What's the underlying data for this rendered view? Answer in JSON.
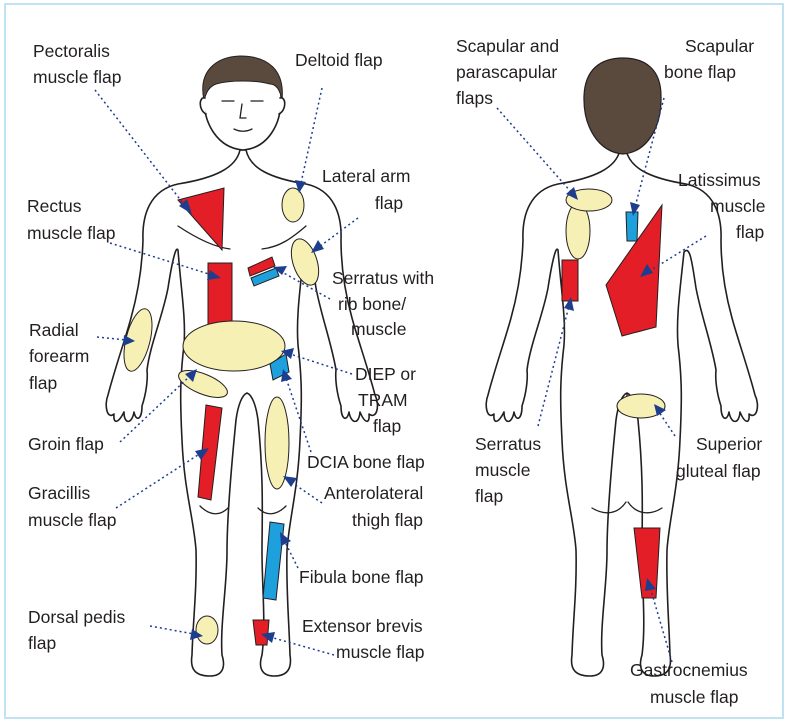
{
  "colors": {
    "muscle_flap": "#e41e26",
    "bone_flap": "#1ea0dd",
    "fasciocutaneous_flap": "#f7f0b4",
    "hair": "#5a4a3e",
    "leader": "#1d3d8f",
    "frame_border": "#bfe3f2",
    "text": "#231f20"
  },
  "labels": {
    "pectoralis": [
      "Pectoralis",
      "muscle flap"
    ],
    "deltoid": [
      "Deltoid flap"
    ],
    "lateral_arm": [
      "Lateral arm",
      "flap"
    ],
    "rectus": [
      "Rectus",
      "muscle flap"
    ],
    "serratus_rib": [
      "Serratus with",
      "rib bone/",
      "muscle"
    ],
    "radial_forearm": [
      "Radial",
      "forearm",
      "flap"
    ],
    "diep_tram": [
      "DIEP or",
      "TRAM",
      "flap"
    ],
    "groin": [
      "Groin flap"
    ],
    "dcia": [
      "DCIA bone flap"
    ],
    "gracillis": [
      "Gracillis",
      "muscle flap"
    ],
    "anterolateral_thigh": [
      "Anterolateral",
      "thigh flap"
    ],
    "fibula": [
      "Fibula bone flap"
    ],
    "dorsal_pedis": [
      "Dorsal pedis",
      "flap"
    ],
    "extensor_brevis": [
      "Extensor brevis",
      "muscle flap"
    ],
    "scapular_parascapular": [
      "Scapular and",
      "parascapular",
      "flaps"
    ],
    "scapular_bone": [
      "Scapular",
      "bone flap"
    ],
    "latissimus": [
      "Latissimus",
      "muscle",
      "flap"
    ],
    "serratus_muscle": [
      "Serratus",
      "muscle",
      "flap"
    ],
    "superior_gluteal": [
      "Superior",
      "gluteal flap"
    ],
    "gastrocnemius": [
      "Gastrocnemius",
      "muscle flap"
    ]
  }
}
